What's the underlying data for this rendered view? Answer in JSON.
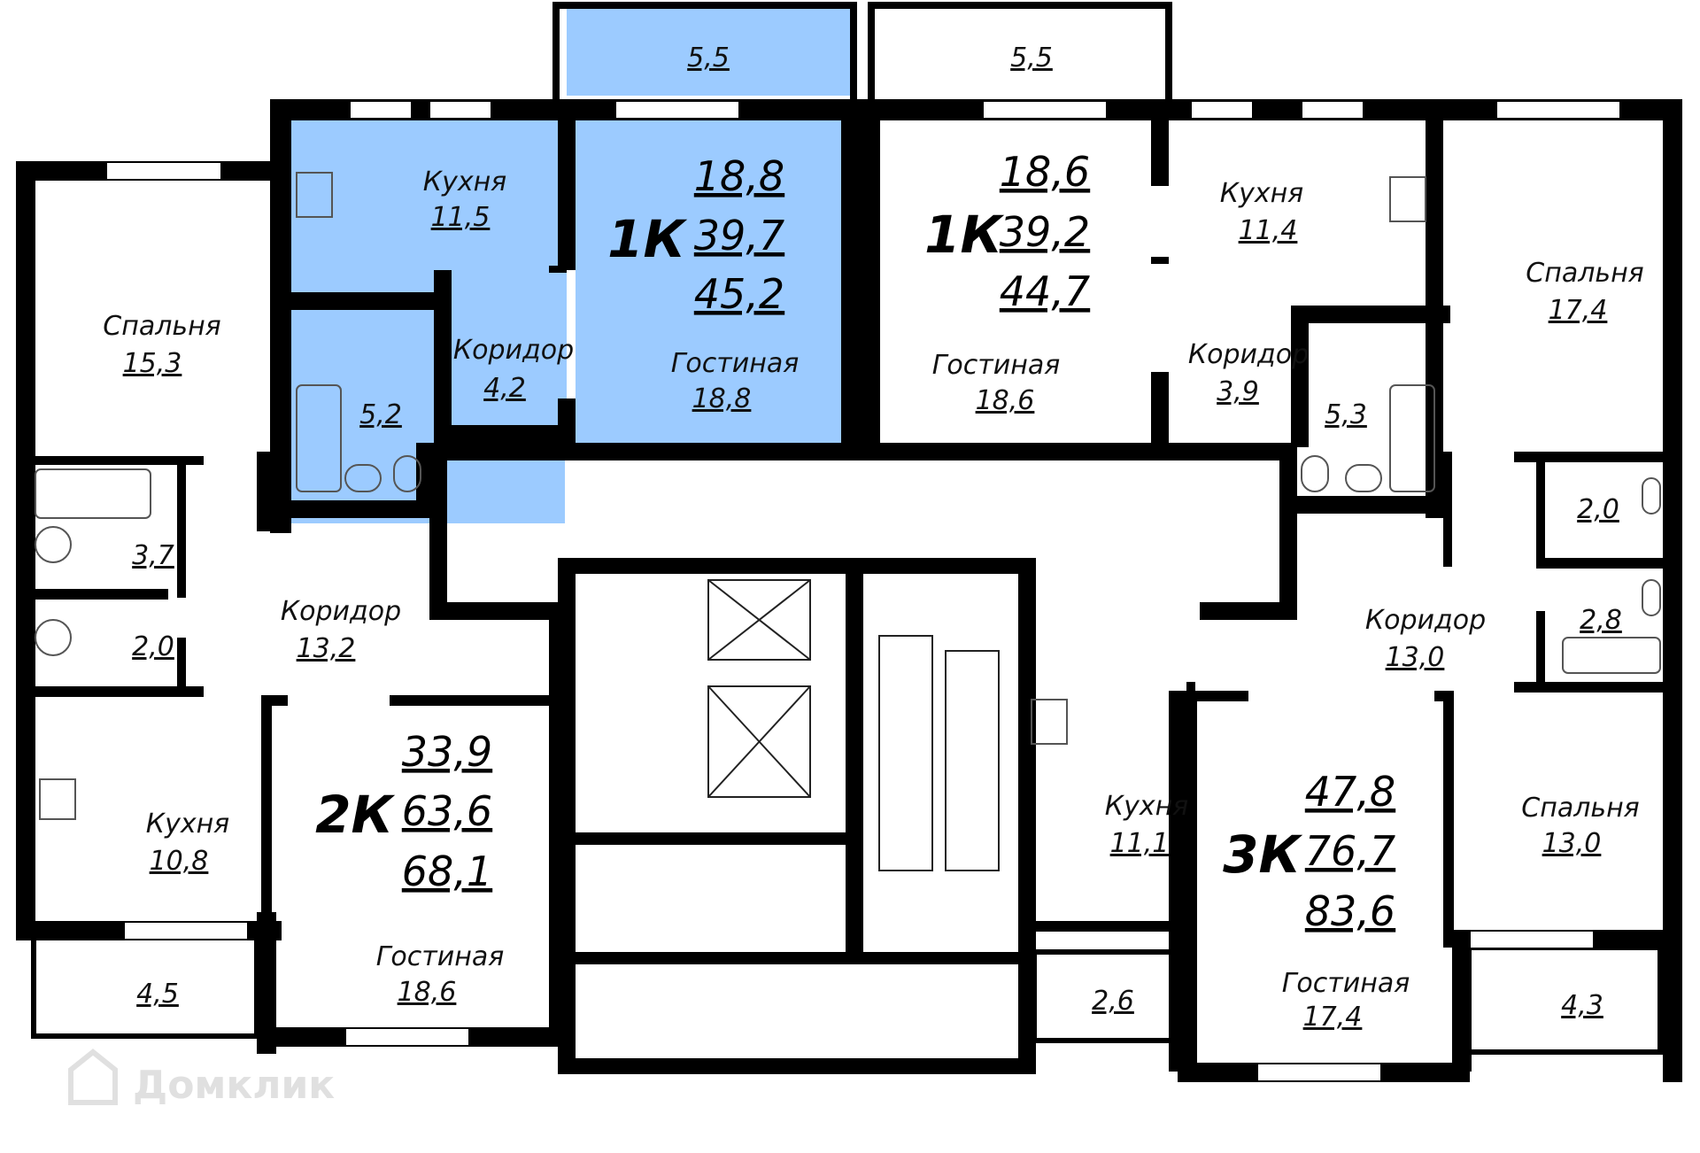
{
  "colors": {
    "highlight": "#9ccbff",
    "wall": "#000000",
    "background": "#ffffff"
  },
  "watermark": {
    "text": "Домклик",
    "icon": "house-icon"
  },
  "balconies": {
    "top_left": "5,5",
    "top_right": "5,5",
    "bottom_left": "4,5",
    "bottom_mid": "2,6",
    "bottom_right": "4,3"
  },
  "apt_1k_left": {
    "type": "1К",
    "living": "18,8",
    "total": "39,7",
    "total_balcony": "45,2",
    "kitchen_label": "Кухня",
    "kitchen_area": "11,5",
    "corridor_label": "Коридор",
    "corridor_area": "4,2",
    "living_label": "Гостиная",
    "living_area": "18,8",
    "bath_area": "5,2"
  },
  "apt_1k_right": {
    "type": "1К",
    "living": "18,6",
    "total": "39,2",
    "total_balcony": "44,7",
    "kitchen_label": "Кухня",
    "kitchen_area": "11,4",
    "corridor_label": "Коридор",
    "corridor_area": "3,9",
    "living_label": "Гостиная",
    "living_area": "18,6",
    "bath_area": "5,3"
  },
  "apt_2k": {
    "type": "2К",
    "living": "33,9",
    "total": "63,6",
    "total_balcony": "68,1",
    "bedroom_label": "Спальня",
    "bedroom_area": "15,3",
    "bath_area": "3,7",
    "wc_area": "2,0",
    "corridor_label": "Коридор",
    "corridor_area": "13,2",
    "kitchen_label": "Кухня",
    "kitchen_area": "10,8",
    "living_label": "Гостиная",
    "living_area": "18,6"
  },
  "apt_3k": {
    "type": "3К",
    "living": "47,8",
    "total": "76,7",
    "total_balcony": "83,6",
    "bedroom1_label": "Спальня",
    "bedroom1_area": "17,4",
    "wc_area": "2,0",
    "bath_area": "2,8",
    "corridor_label": "Коридор",
    "corridor_area": "13,0",
    "kitchen_label": "Кухня",
    "kitchen_area": "11,1",
    "living_label": "Гостиная",
    "living_area": "17,4",
    "bedroom2_label": "Спальня",
    "bedroom2_area": "13,0"
  }
}
